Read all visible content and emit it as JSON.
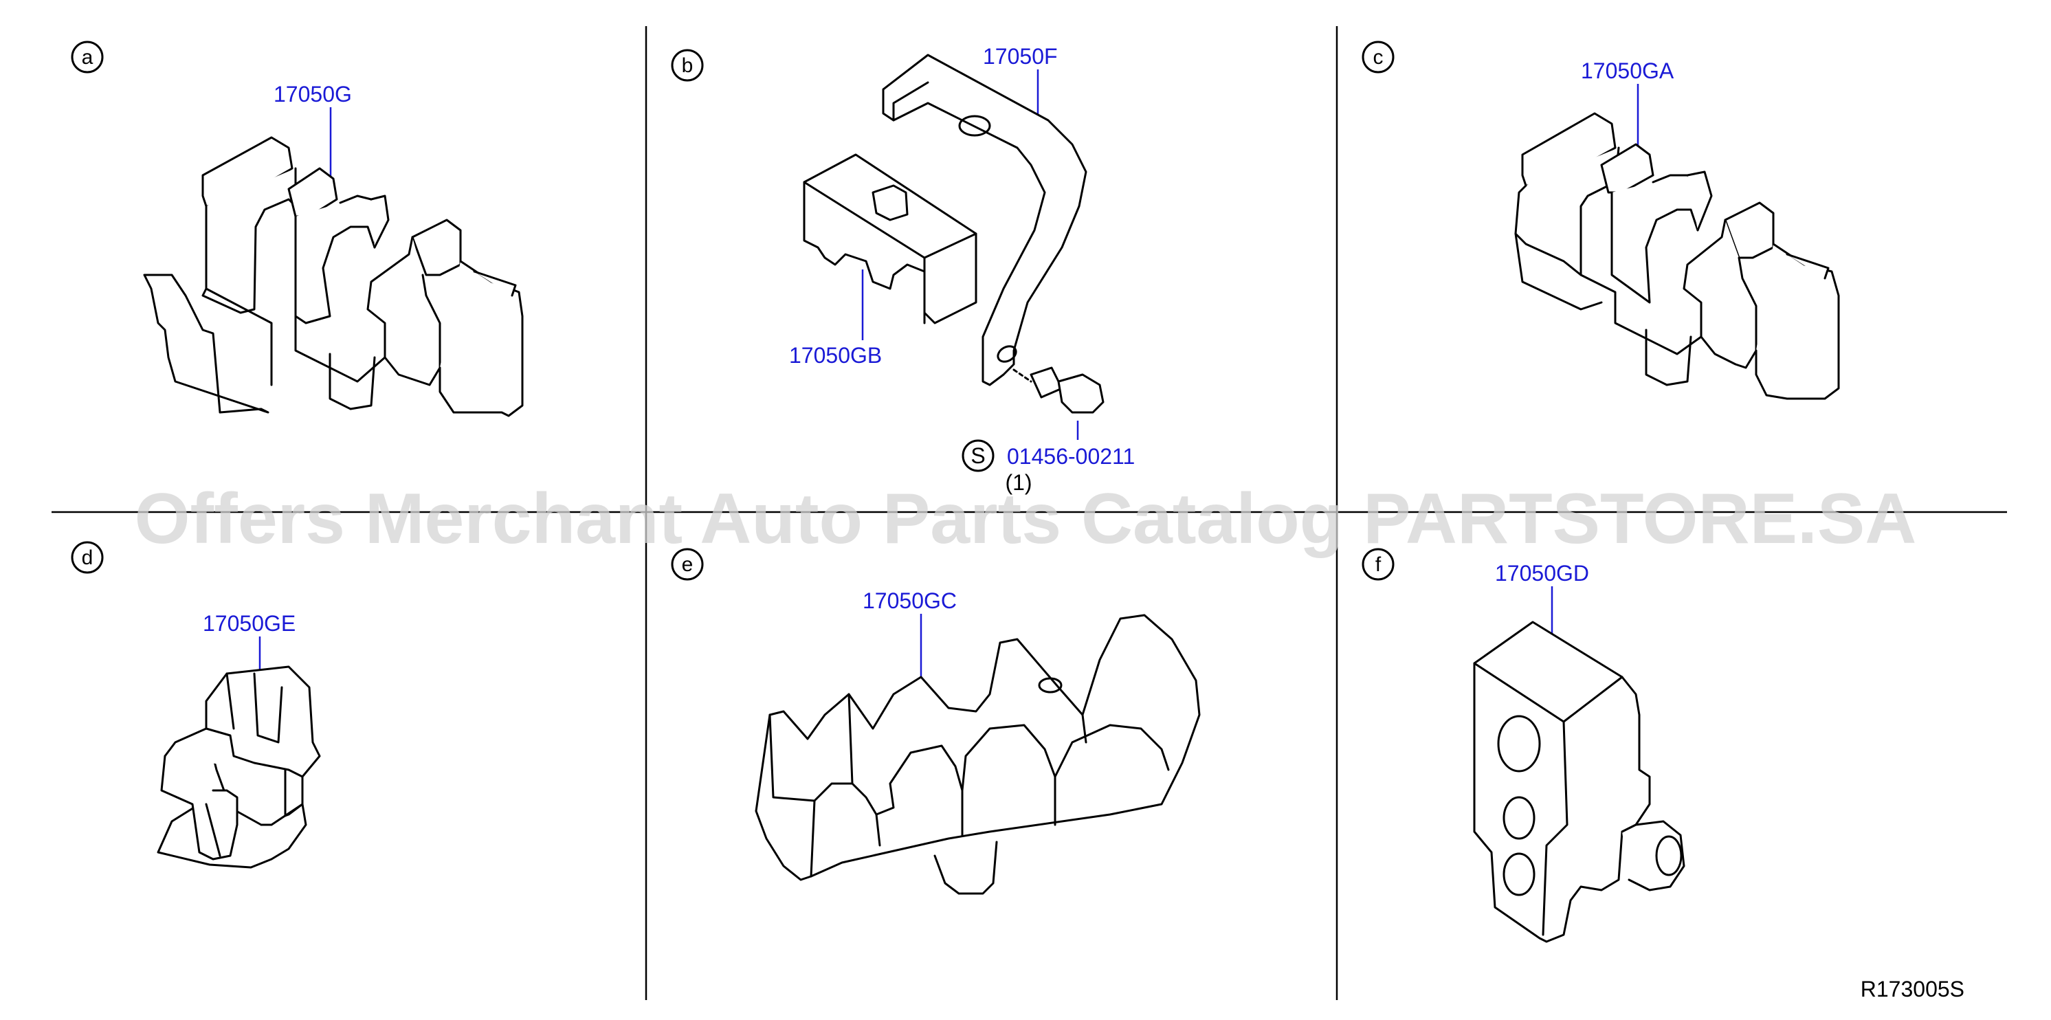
{
  "watermark": "Offers Merchant Auto Parts Catalog PARTSTORE.SA",
  "reference_code": "R173005S",
  "colors": {
    "part_label": "#1a1ad6",
    "line": "#000000",
    "watermark": "#d4d4d4"
  },
  "panels": [
    {
      "letter": "a",
      "parts": [
        "17050G"
      ]
    },
    {
      "letter": "b",
      "parts": [
        "17050F",
        "17050GB",
        "01456-00211"
      ],
      "symbol": "S",
      "quantity": "(1)"
    },
    {
      "letter": "c",
      "parts": [
        "17050GA"
      ]
    },
    {
      "letter": "d",
      "parts": [
        "17050GE"
      ]
    },
    {
      "letter": "e",
      "parts": [
        "17050GC"
      ]
    },
    {
      "letter": "f",
      "parts": [
        "17050GD"
      ]
    }
  ]
}
